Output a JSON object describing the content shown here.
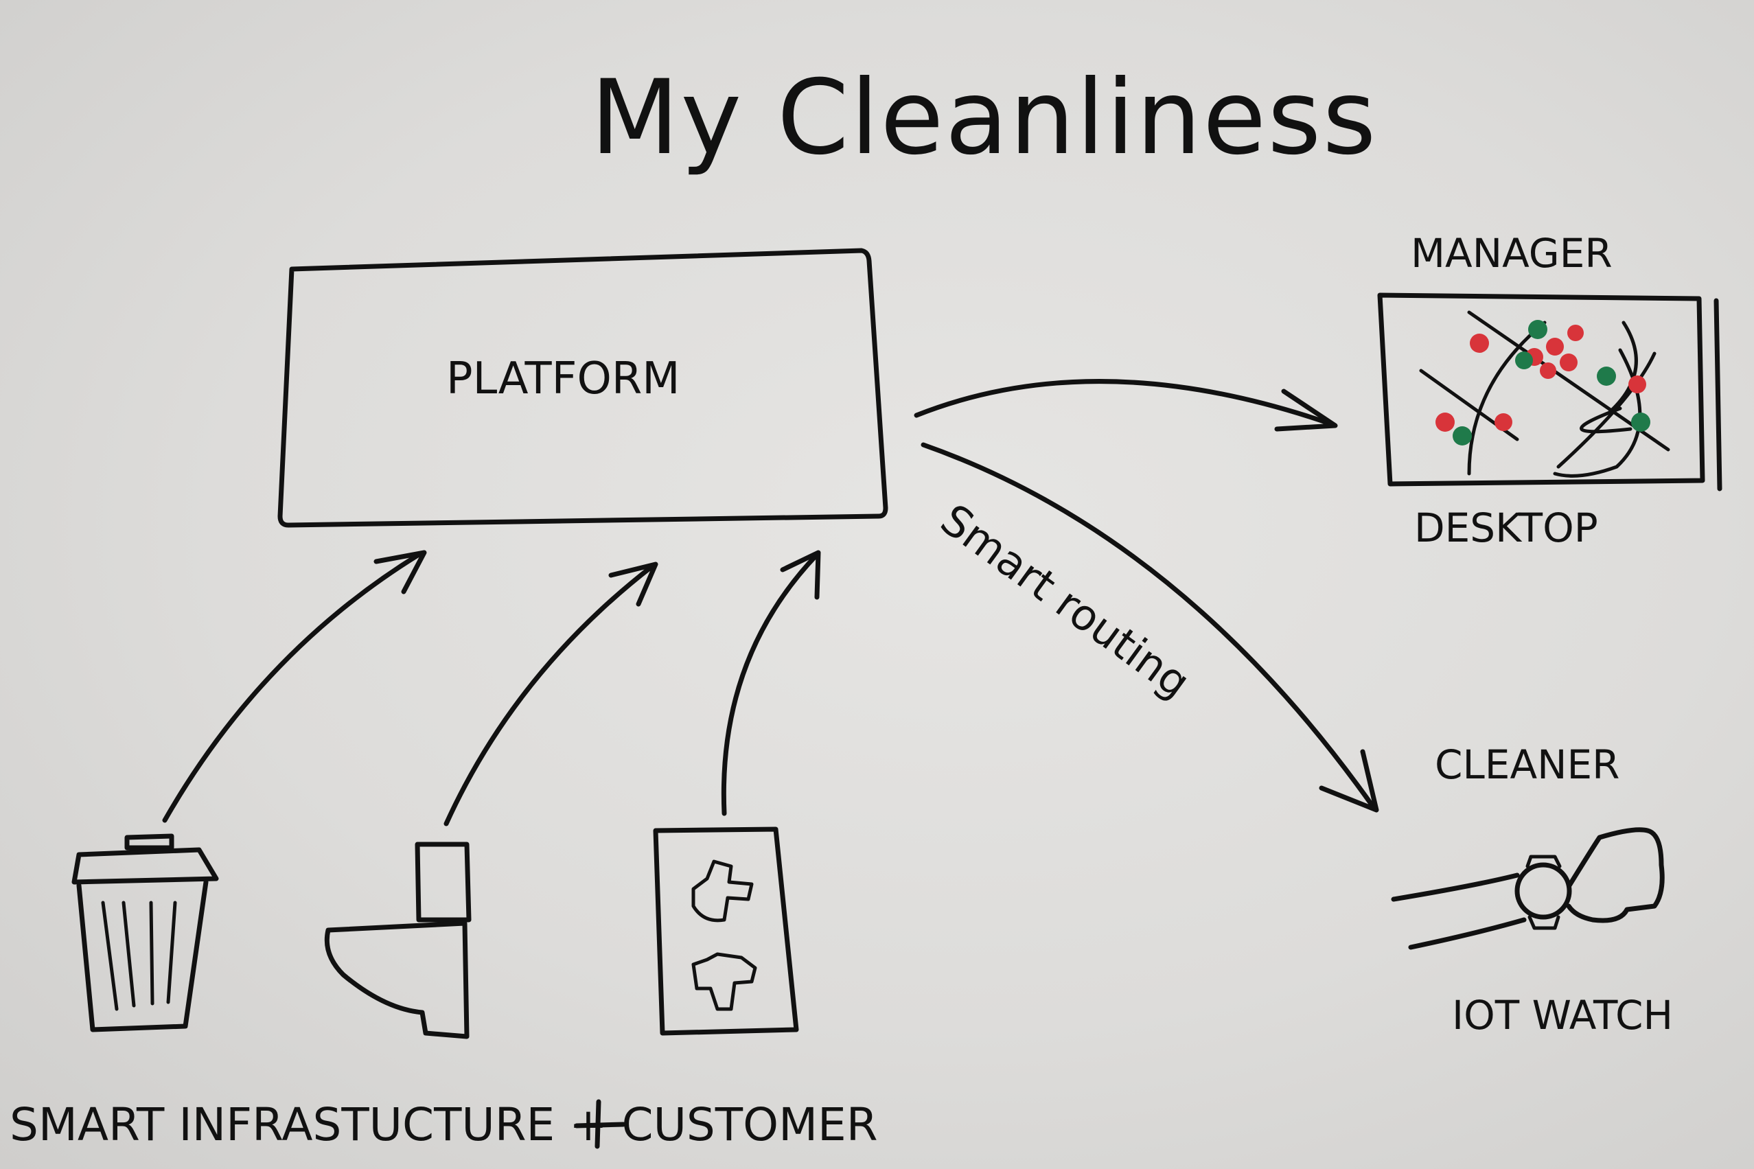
{
  "title": "My Cleanliness",
  "nodes": {
    "platform": "PLATFORM",
    "manager": "MANAGER",
    "desktop": "DESKTOP",
    "cleaner": "CLEANER",
    "iot_watch": "IOT WATCH"
  },
  "edges": {
    "smart_routing": "Smart routing"
  },
  "footer": "SMART INFRASTUCTURE + CUSTOMER",
  "icons": [
    "trash-bin-icon",
    "toilet-icon",
    "feedback-panel-icon",
    "desktop-map-icon",
    "watch-icon"
  ],
  "colors": {
    "ink": "#111111",
    "paper": "#e0dfdd",
    "marker_red": "#d8343a",
    "marker_green": "#1f7a4a"
  }
}
